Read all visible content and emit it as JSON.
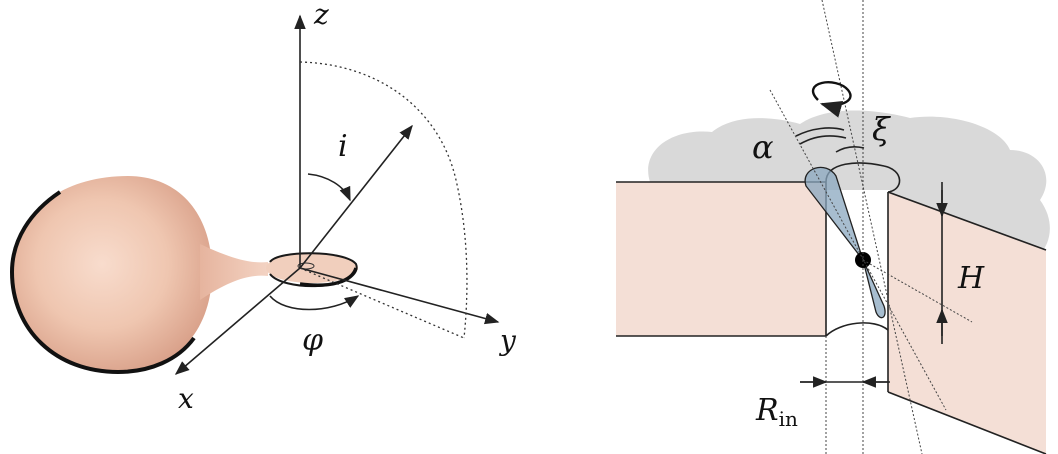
{
  "left_panel": {
    "axis_labels": {
      "z": "z",
      "x": "x",
      "y": "y"
    },
    "angle_labels": {
      "inclination": "i",
      "azimuth": "φ"
    }
  },
  "right_panel": {
    "angle_labels": {
      "alpha": "α",
      "xi": "ξ"
    },
    "height_label": "H",
    "inner_radius_label": {
      "symbol": "R",
      "subscript": "in"
    }
  },
  "colors": {
    "star": "#eec3ad",
    "disk_wall": "#f4dfd6",
    "cloud": "#d9d9d9",
    "beam": "#8aa7bf",
    "outline": "#222222"
  }
}
